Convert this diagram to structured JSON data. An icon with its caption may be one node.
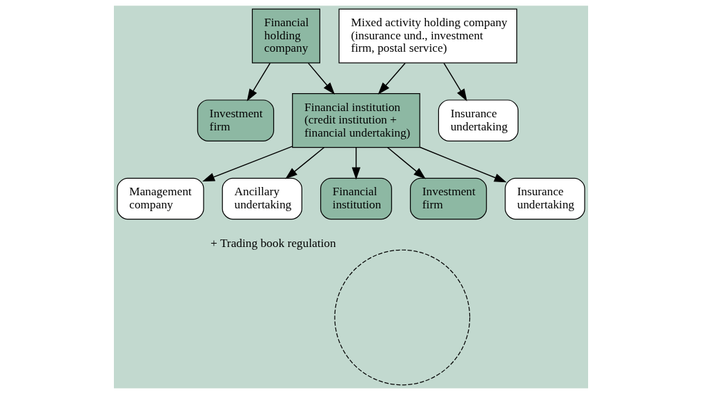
{
  "diagram": {
    "nodes": [
      {
        "text": [
          "Financial holding company"
        ]
      },
      {
        "text": [
          "Mixed activity holding company (insurance und., investment firm, postal service)"
        ]
      },
      {
        "text": [
          "Investment firm"
        ]
      },
      {
        "text": [
          "Financial institution (credit institution + financial undertaking)"
        ]
      },
      {
        "text": [
          "Insurance undertaking"
        ]
      },
      {
        "text": [
          "Management company"
        ]
      },
      {
        "text": [
          "Ancillary undertaking"
        ]
      },
      {
        "text": [
          "Financial institution"
        ]
      },
      {
        "text": [
          "Investment firm"
        ]
      },
      {
        "text": [
          "Insurance undertaking"
        ]
      },
      {
        "text": [],
        "shape": "circle",
        "beside": [
          "+ Trading book regulation"
        ]
      }
    ],
    "edges": [
      {
        "from": 0,
        "to": 2,
        "arrow": "to"
      },
      {
        "from": 0,
        "to": 3,
        "arrow": "to"
      },
      {
        "from": 1,
        "to": 3,
        "arrow": "to"
      },
      {
        "from": 1,
        "to": 4,
        "arrow": "to"
      },
      {
        "from": 3,
        "to": 5,
        "arrow": "to"
      },
      {
        "from": 3,
        "to": 6,
        "arrow": "to"
      },
      {
        "from": 3,
        "to": 7,
        "arrow": "to"
      },
      {
        "from": 3,
        "to": 8,
        "arrow": "to"
      },
      {
        "from": 3,
        "to": 9,
        "arrow": "to"
      }
    ]
  }
}
